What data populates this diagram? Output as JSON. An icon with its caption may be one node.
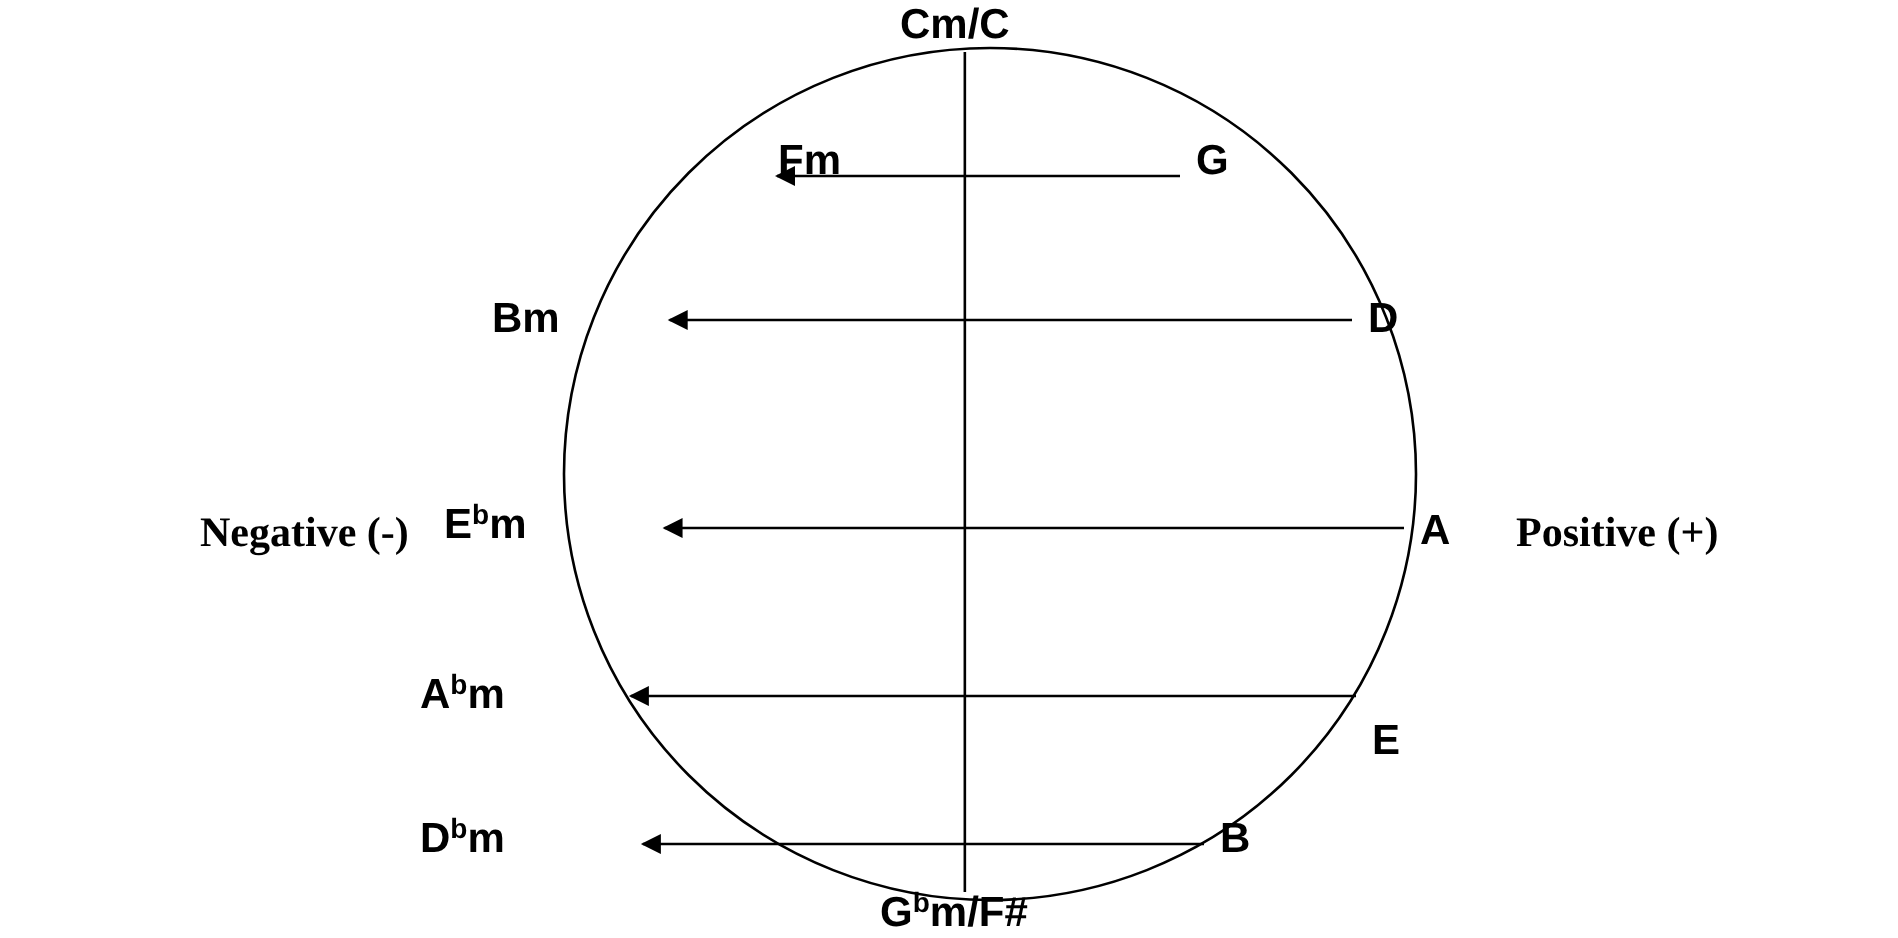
{
  "diagram": {
    "nodes": [
      {
        "text": [
          "Cm/C"
        ]
      },
      {
        "text": [
          "Fm"
        ]
      },
      {
        "text": [
          "G"
        ]
      },
      {
        "text": [
          "Bm"
        ]
      },
      {
        "text": [
          "D"
        ]
      },
      {
        "text": [
          "E$^{b}$m"
        ]
      },
      {
        "text": [
          "A"
        ]
      },
      {
        "text": [
          "A$^{b}$m"
        ]
      },
      {
        "text": [
          "E"
        ]
      },
      {
        "text": [
          "D$^{b}$m"
        ]
      },
      {
        "text": [
          "B"
        ]
      },
      {
        "text": [
          "G$^{b}$m/F#"
        ]
      }
    ],
    "edges": [
      {
        "from": 0,
        "to": 11,
        "arrow": "none"
      },
      {
        "from": 2,
        "to": 1,
        "arrow": "to"
      },
      {
        "from": 4,
        "to": 3,
        "arrow": "to"
      },
      {
        "from": 6,
        "to": 5,
        "arrow": "to"
      },
      {
        "from": 8,
        "to": 7,
        "arrow": "to"
      },
      {
        "from": 10,
        "to": 9,
        "arrow": "to"
      }
    ],
    "labels": [
      "Negative (-)",
      "Positive (+)"
    ]
  }
}
